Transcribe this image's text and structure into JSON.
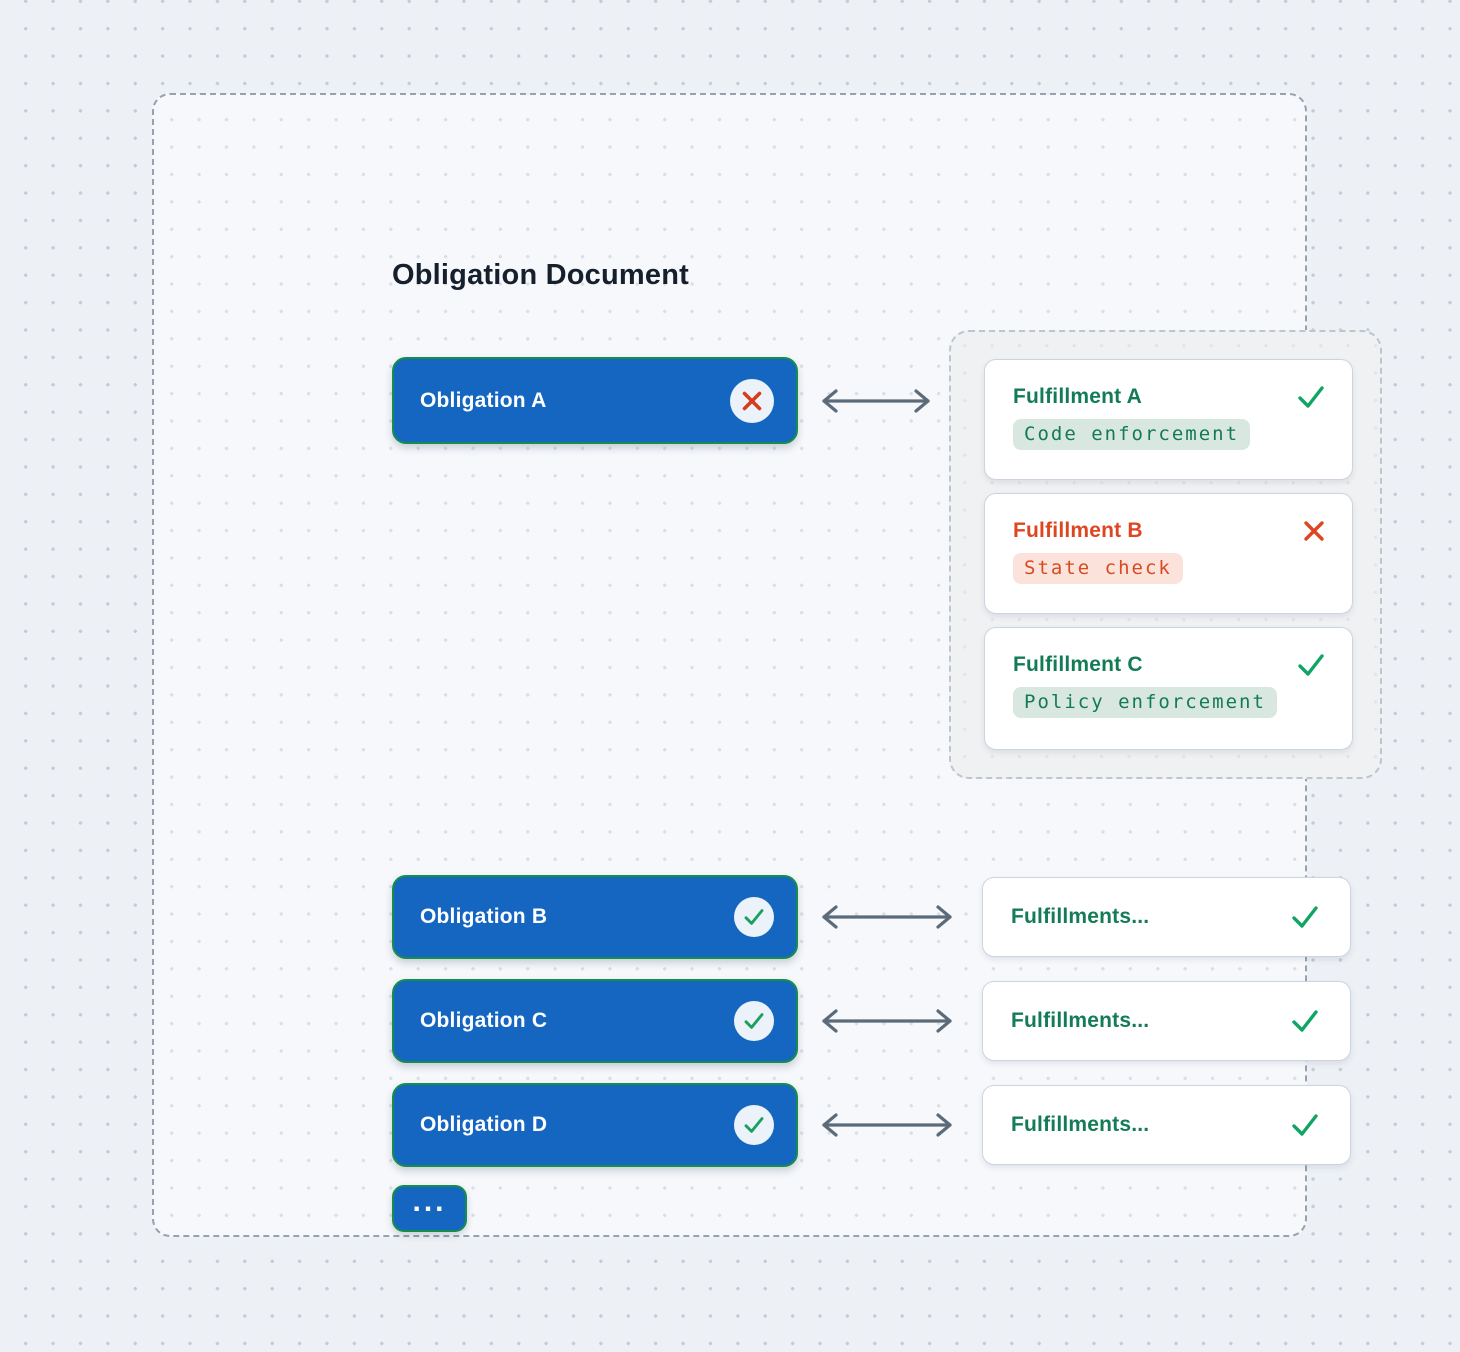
{
  "title": "Obligation Document",
  "obligation_a": {
    "label": "Obligation A",
    "status": "fail",
    "status_icon": "x-icon"
  },
  "fulfillment_group": {
    "cards": [
      {
        "label": "Fulfillment A",
        "tag": "Code enforcement",
        "status": "pass",
        "status_icon": "check-icon"
      },
      {
        "label": "Fulfillment B",
        "tag": "State check",
        "status": "fail",
        "status_icon": "x-icon"
      },
      {
        "label": "Fulfillment C",
        "tag": "Policy enforcement",
        "status": "pass",
        "status_icon": "check-icon"
      }
    ]
  },
  "rows": [
    {
      "obligation": "Obligation B",
      "fulfillment": "Fulfillments...",
      "status": "pass",
      "status_icon": "check-icon"
    },
    {
      "obligation": "Obligation C",
      "fulfillment": "Fulfillments...",
      "status": "pass",
      "status_icon": "check-icon"
    },
    {
      "obligation": "Obligation D",
      "fulfillment": "Fulfillments...",
      "status": "pass",
      "status_icon": "check-icon"
    }
  ],
  "more_label": "...",
  "icons": {
    "link": "double-arrow-icon",
    "pass": "check-icon",
    "fail": "x-icon",
    "more": "ellipsis-icon"
  },
  "colors": {
    "obligation_fill": "#1566c0",
    "obligation_border": "#178d4b",
    "pass_green": "#137b56",
    "check_green": "#10a564",
    "fail_red": "#de4621",
    "tag_green_bg": "#d8e8e0",
    "tag_red_bg": "#fbe3dc",
    "arrow_gray": "#5c6b79",
    "canvas_bg": "#edf1f6",
    "inner_bg": "#f6f8fb",
    "group_bg": "#f0f1f3"
  }
}
